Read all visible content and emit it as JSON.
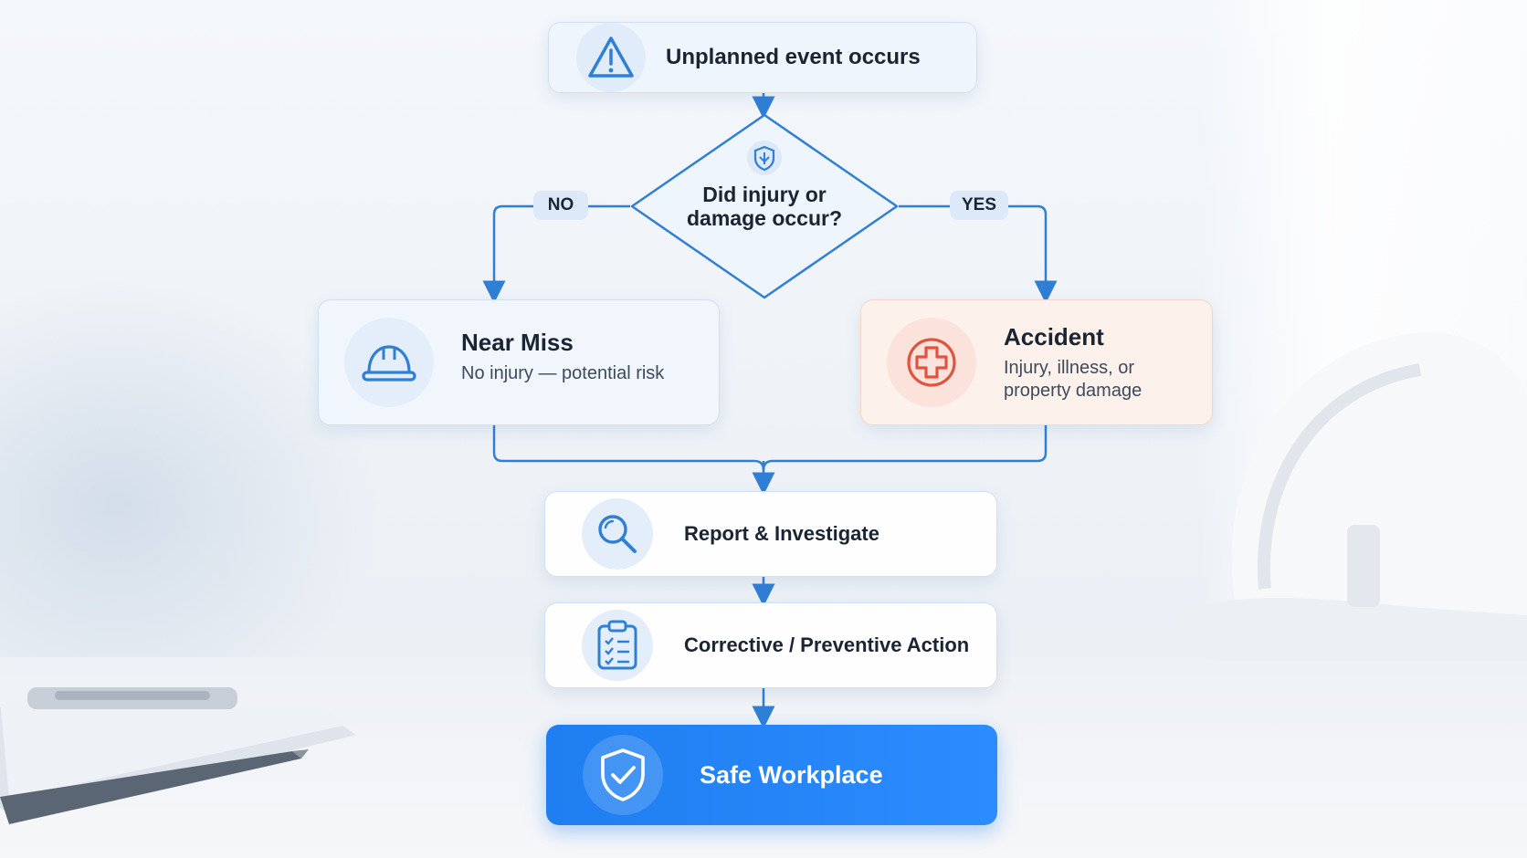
{
  "start": {
    "label": "Unplanned event occurs",
    "icon": "warning-triangle-icon"
  },
  "decision": {
    "line1": "Did injury or",
    "line2": "damage occur?",
    "icon": "shield-icon"
  },
  "branches": {
    "no": "NO",
    "yes": "YES"
  },
  "near_miss": {
    "title": "Near Miss",
    "subtitle": "No injury — potential risk",
    "icon": "hard-hat-icon"
  },
  "accident": {
    "title": "Accident",
    "subtitle_line1": "Injury, illness, or",
    "subtitle_line2": "property damage",
    "icon": "medical-cross-icon"
  },
  "report": {
    "label": "Report & Investigate",
    "icon": "magnifier-icon"
  },
  "corrective": {
    "label": "Corrective / Preventive Action",
    "icon": "clipboard-checklist-icon"
  },
  "safe": {
    "label": "Safe Workplace",
    "icon": "shield-check-icon"
  },
  "colors": {
    "accent": "#1f7ef0",
    "line": "#2f7fd6",
    "accident": "#e2533f",
    "card_border": "#cfe0f5"
  }
}
